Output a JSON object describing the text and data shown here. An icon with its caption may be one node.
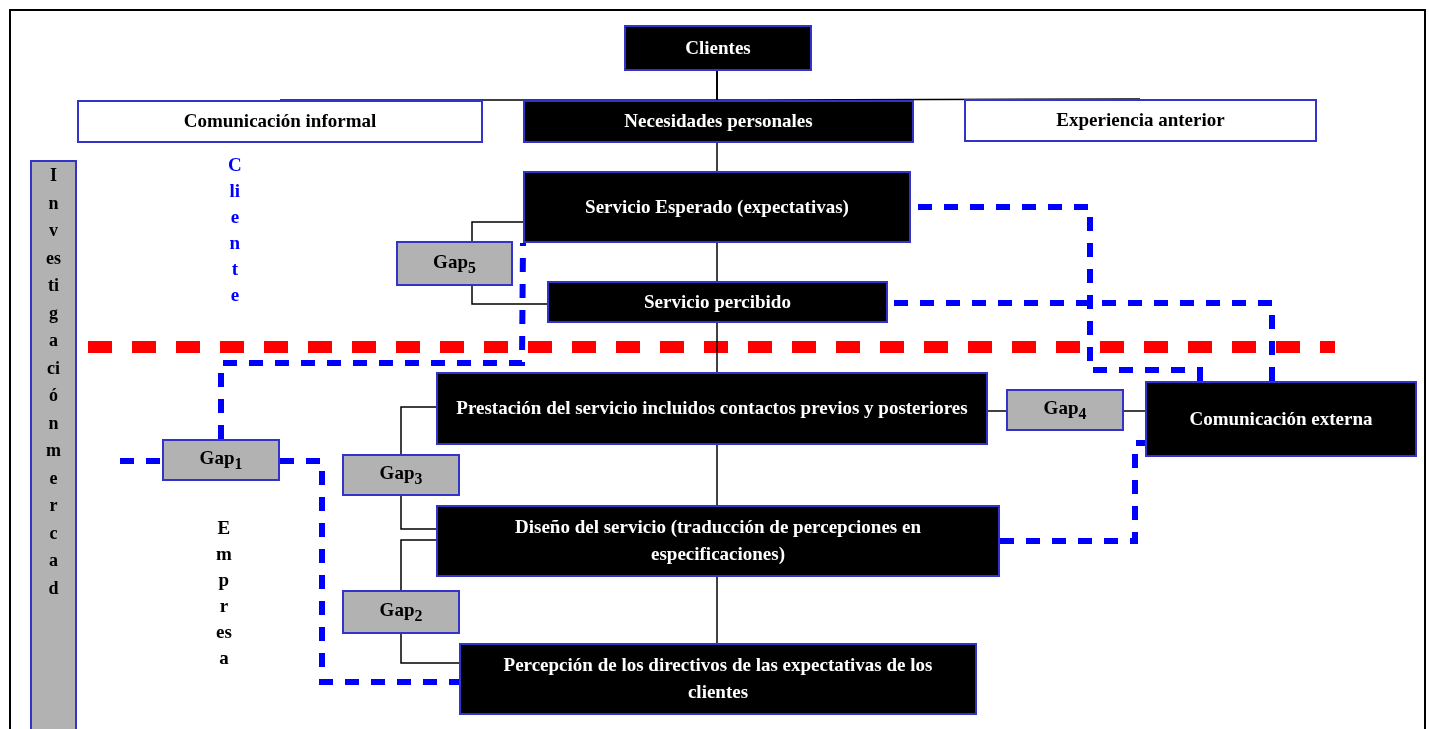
{
  "diagram": {
    "nodes": [
      {
        "text": [
          "Clientes"
        ]
      },
      {
        "text": [
          "Comunicación informal"
        ]
      },
      {
        "text": [
          "Necesidades personales"
        ]
      },
      {
        "text": [
          "Experiencia anterior"
        ]
      },
      {
        "text": [
          "Servicio Esperado (expectativas)"
        ]
      },
      {
        "text": [
          "Gap$_{5}$"
        ]
      },
      {
        "text": [
          "Servicio percibido"
        ]
      },
      {
        "text": [
          "Prestación del servicio incluidos contactos previos y posteriores"
        ]
      },
      {
        "text": [
          "Gap$_{4}$"
        ]
      },
      {
        "text": [
          "Comunicación externa"
        ]
      },
      {
        "text": [
          "Gap$_{1}$"
        ]
      },
      {
        "text": [
          "Gap$_{3}$"
        ]
      },
      {
        "text": [
          "Diseño del servicio (traducción de percepciones en especificaciones)"
        ]
      },
      {
        "text": [
          "Gap$_{2}$"
        ]
      },
      {
        "text": [
          "Percepción de los directivos de las expectativas de los clientes"
        ]
      },
      {
        "text": [
          "Investigación mercad"
        ]
      }
    ],
    "edges": [
      {
        "from": 0,
        "to": 1,
        "arrow": "none"
      },
      {
        "from": 0,
        "to": 2,
        "arrow": "none"
      },
      {
        "from": 0,
        "to": 3,
        "arrow": "none"
      },
      {
        "from": 2,
        "to": 4,
        "arrow": "none"
      },
      {
        "from": 4,
        "to": 6,
        "arrow": "none"
      },
      {
        "from": 6,
        "to": 7,
        "arrow": "none"
      },
      {
        "from": 7,
        "to": 12,
        "arrow": "none"
      },
      {
        "from": 12,
        "to": 14,
        "arrow": "none"
      },
      {
        "from": 5,
        "to": 4,
        "arrow": "none"
      },
      {
        "from": 5,
        "to": 6,
        "arrow": "none"
      },
      {
        "from": 7,
        "to": 8,
        "arrow": "none"
      },
      {
        "from": 8,
        "to": 9,
        "arrow": "none"
      },
      {
        "from": 11,
        "to": 7,
        "arrow": "none"
      },
      {
        "from": 11,
        "to": 12,
        "arrow": "none"
      },
      {
        "from": 13,
        "to": 12,
        "arrow": "none"
      },
      {
        "from": 13,
        "to": 14,
        "arrow": "none"
      },
      {
        "from": null,
        "to": 10,
        "arrow": "none",
        "style": "dashed",
        "color": "#0000ff"
      },
      {
        "from": 10,
        "to": 4,
        "arrow": "none",
        "style": "dashed",
        "color": "#0000ff"
      },
      {
        "from": 10,
        "to": 14,
        "arrow": "none",
        "style": "dashed",
        "color": "#0000ff"
      },
      {
        "from": 9,
        "to": 4,
        "arrow": "none",
        "style": "dashed",
        "color": "#0000ff"
      },
      {
        "from": 9,
        "to": 6,
        "arrow": "none",
        "style": "dashed",
        "color": "#0000ff"
      },
      {
        "from": 12,
        "to": 9,
        "arrow": "none",
        "style": "dashed",
        "color": "#0000ff"
      }
    ],
    "labels": [
      "Cliente",
      "Empresa"
    ]
  }
}
